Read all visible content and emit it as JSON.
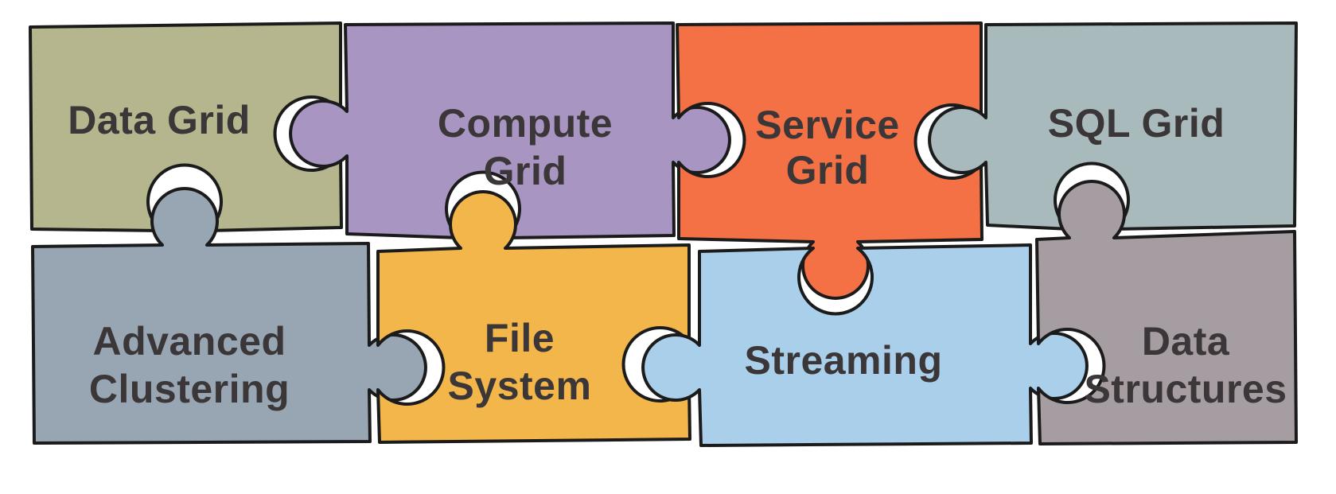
{
  "diagram": {
    "type": "puzzle",
    "description": "Eight interlocking watercolor puzzle pieces in two rows, each labeled with a platform feature",
    "background": "#ffffff",
    "outline_color": "#1b1b1b",
    "text_color": "#3b3637",
    "pieces": [
      {
        "name": "data-grid",
        "label": "Data Grid",
        "line1": "Data Grid",
        "color": "#b5b58e",
        "row": 1,
        "col": 1
      },
      {
        "name": "compute-grid",
        "label": "Compute Grid",
        "line1": "Compute",
        "line2": "Grid",
        "color": "#a895c2",
        "row": 1,
        "col": 2
      },
      {
        "name": "service-grid",
        "label": "Service Grid",
        "line1": "Service",
        "line2": "Grid",
        "color": "#f47045",
        "row": 1,
        "col": 3
      },
      {
        "name": "sql-grid",
        "label": "SQL Grid",
        "line1": "SQL Grid",
        "color": "#a8babc",
        "row": 1,
        "col": 4
      },
      {
        "name": "advanced-clustering",
        "label": "Advanced Clustering",
        "line1": "Advanced",
        "line2": "Clustering",
        "color": "#97a6b2",
        "row": 2,
        "col": 1
      },
      {
        "name": "file-system",
        "label": "File System",
        "line1": "File",
        "line2": "System",
        "color": "#f3b64b",
        "row": 2,
        "col": 2
      },
      {
        "name": "streaming",
        "label": "Streaming",
        "line1": "Streaming",
        "color": "#a9cfea",
        "row": 2,
        "col": 3
      },
      {
        "name": "data-structures",
        "label": "Data Structures",
        "line1": "Data",
        "line2": "Structures",
        "color": "#a69da3",
        "row": 2,
        "col": 4
      }
    ]
  }
}
